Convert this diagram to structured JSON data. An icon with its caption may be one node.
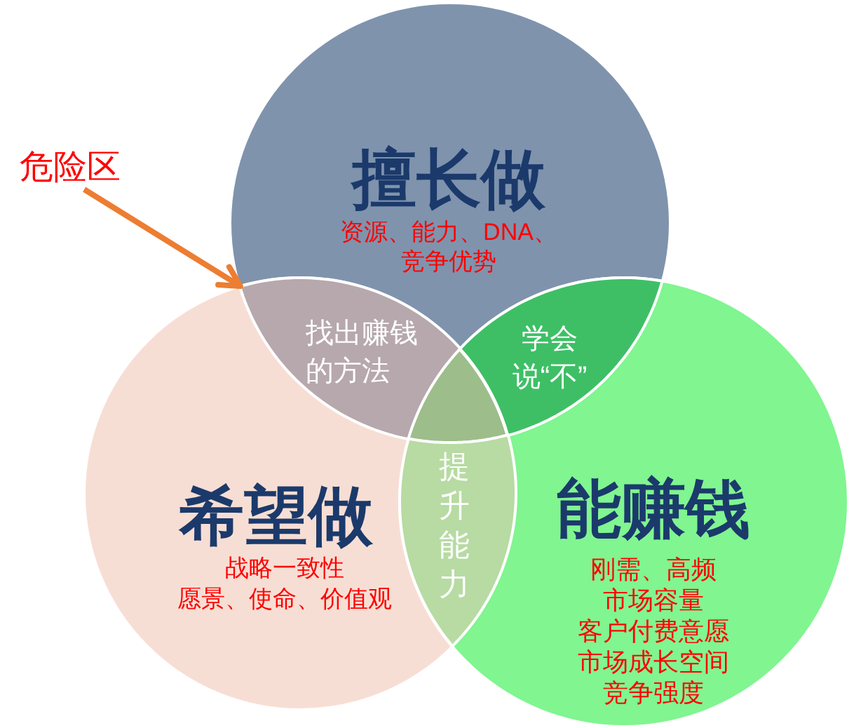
{
  "diagram": {
    "nodes": [
      {
        "text": [
          "擅长做",
          "资源、能力、DNA、竞争优势"
        ]
      },
      {
        "text": [
          "希望做",
          "战略一致性",
          "愿景、使命、价值观"
        ]
      },
      {
        "text": [
          "能赚钱",
          "刚需、高频",
          "市场容量",
          "客户付费意愿",
          "市场成长空间",
          "竞争强度"
        ]
      },
      {
        "text": [
          "找出赚钱的方法"
        ]
      },
      {
        "text": [
          "学会说“不”"
        ]
      },
      {
        "text": [],
        "shape": "triangle"
      },
      {
        "text": [
          "提升能力"
        ]
      },
      {
        "text": [
          "危险区"
        ]
      }
    ],
    "edges": [
      {
        "from": 7,
        "to": 3,
        "arrow": "to",
        "color": "#ed7d31"
      }
    ]
  }
}
